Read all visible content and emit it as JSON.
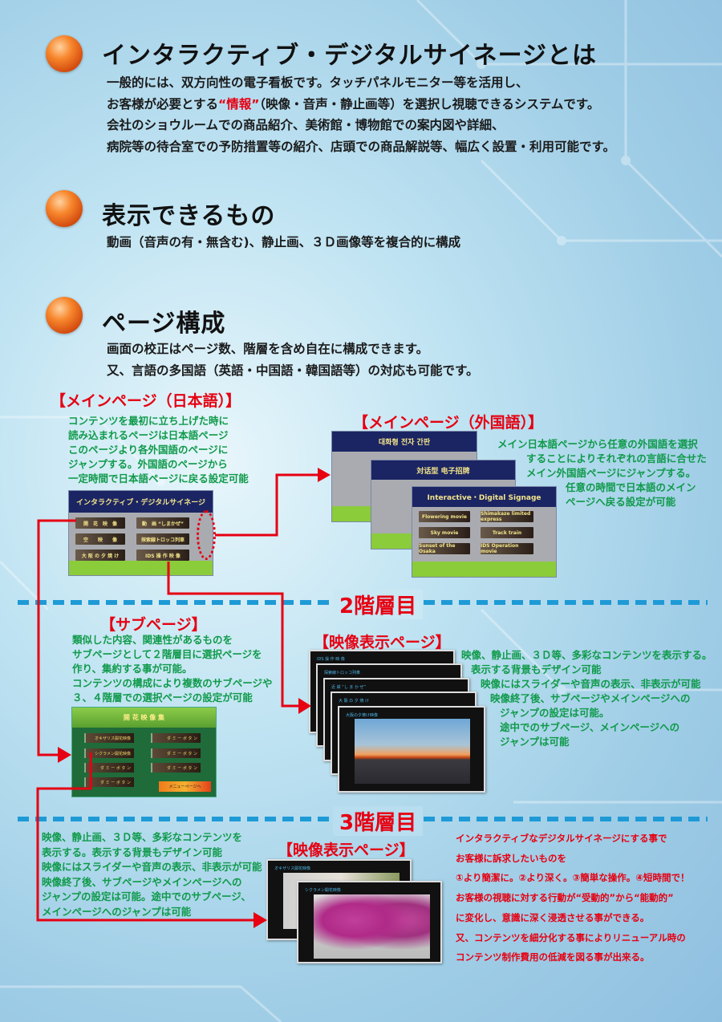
{
  "sections": [
    {
      "title": "インタラクティブ・デジタルサイネージとは",
      "lines": [
        "一般的には、双方向性の電子看板です。タッチパネルモニター等を活用し、",
        "お客様が必要とする",
        "“情報”",
        "（映像・音声・静止画等）を選択し視聴できるシステムです。",
        "会社のショウルームでの商品紹介、美術館・博物館での案内図や詳細、",
        "病院等の待合室での予防措置等の紹介、店頭での商品解説等、幅広く設置・利用可能です。"
      ]
    },
    {
      "title": "表示できるもの",
      "lines": [
        "動画（音声の有・無含む)、静止画、３Ｄ画像等を複合的に構成"
      ]
    },
    {
      "title": "ページ構成",
      "lines": [
        "画面の校正はページ数、階層を含め自在に構成できます。",
        "又、言語の多国語（英語・中国語・韓国語等）の対応も可能です。"
      ]
    }
  ],
  "main_jp": {
    "label": "【メインページ（日本語）】",
    "lines": [
      "コンテンツを最初に立ち上げた時に",
      "読み込まれるページは日本語ページ",
      "このページより各外国語のページに",
      "ジャンプする。外国語のページから",
      "一定時間で日本語ページに戻る設定可能"
    ],
    "mock": {
      "title": "インタラクティブ・デジタルサイネージ",
      "buttons": [
        "開　花　映　像",
        "動　画 “しまかぜ”",
        "空　　映　　像",
        "探索線トロッコ列車",
        "大 阪 の 夕 焼 け",
        "IDS 操 作 映 像"
      ]
    }
  },
  "main_foreign": {
    "label": "【メインページ（外国語）】",
    "lines": [
      "メイン日本語ページから任意の外国語を選択",
      "することによりそれぞれの言語に合せた",
      "メイン外国語ページにジャンプする。",
      "任意の時間で日本語のメイン",
      "ページへ戻る設定が可能"
    ],
    "mocks": [
      "대화형 전자 간판",
      "対话型 电子招牌",
      "Interactive・Digital Signage"
    ],
    "buttons": [
      "Flowering movie",
      "Shimakaze limited express",
      "Sky movie",
      "Track train",
      "Sunset of the Osaka",
      "IDS Operation movie"
    ]
  },
  "level2": "2階層目",
  "subpage": {
    "label": "【サブページ】",
    "lines": [
      "類似した内容、関連性があるものを",
      "サブページとして２階層目に選択ページを",
      "作り、集約する事が可能。",
      "コンテンツの構成により複数のサブページや",
      "３、４階層での選択ページの設定が可能"
    ],
    "mock": {
      "title": "開 花 映 像 集",
      "buttons": [
        "オキザリス開花映像",
        "ダ ミ ー ボ タ ン",
        "シクラメン開花映像",
        "ダ ミ ー ボ タ ン",
        "ダ ミ ー ボ タ ン",
        "ダ ミ ー ボ タ ン",
        "ダ ミ ー ボ タ ン"
      ],
      "menu": "メニューページへ"
    }
  },
  "video2": {
    "label": "【映像表示ページ】",
    "lines": [
      "映像、静止画、３Ｄ等、多彩なコンテンツを表示する。",
      "表示する背景もデザイン可能",
      "映像にはスライダーや音声の表示、非表示が可能",
      "映像終了後、サブページやメインページへの",
      "ジャンプの設定は可能。",
      "途中でのサブページ、メインページへの",
      "ジャンプは可能"
    ],
    "screens": [
      "IDS 操 作 映 像",
      "探索線トロッコ列車",
      "近 鉄 “し ま か ぜ”",
      "大 阪 の 夕 焼 け",
      "大阪の夕焼け映像"
    ]
  },
  "level3": "3階層目",
  "level3_text": [
    "映像、静止画、３Ｄ等、多彩なコンテンツを",
    "表示する。表示する背景もデザイン可能",
    "映像にはスライダーや音声の表示、非表示が可能",
    "映像終了後、サブページやメインページへの",
    "ジャンプの設定は可能。途中でのサブページ、",
    "メインページへのジャンプは可能"
  ],
  "video3": {
    "label": "【映像表示ページ】",
    "screens": [
      "オキザリス開花映像",
      "シクラメン開花映像"
    ]
  },
  "appeal": [
    "インタラクティブなデジタルサイネージにする事で",
    "お客様に訴求したいものを",
    "①より簡潔に。②より深く。③簡単な操作。④短時間で！",
    "お客様の視聴に対する行動が“受動的”から“能動的”",
    "に変化し、意識に深く浸透させる事ができる。",
    "又、コンテンツを細分化する事によりリニューアル時の",
    "コンテンツ制作費用の低減を図る事が出来る。"
  ],
  "colors": {
    "accent_red": "#e60012",
    "green": "#0f9a4a",
    "dash_blue": "#1e9ad6"
  }
}
